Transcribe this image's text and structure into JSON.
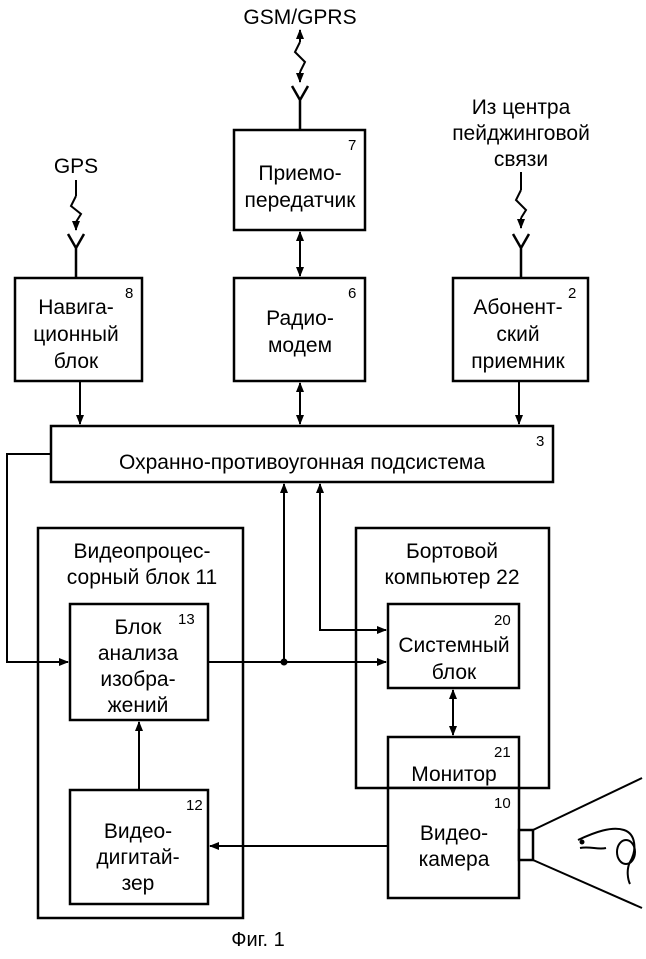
{
  "signals": {
    "gsm": "GSM/GPRS",
    "gps": "GPS",
    "paging_lines": [
      "Из центра",
      "пейджинговой",
      "связи"
    ]
  },
  "blocks": {
    "transceiver": {
      "lines": [
        "Приемо-",
        "передатчик"
      ],
      "number": "7"
    },
    "navigation": {
      "lines": [
        "Навига-",
        "ционный",
        "блок"
      ],
      "number": "8"
    },
    "radiomodem": {
      "lines": [
        "Радио-",
        "модем"
      ],
      "number": "6"
    },
    "subscriber": {
      "lines": [
        "Абонент-",
        "ский",
        "приемник"
      ],
      "number": "2"
    },
    "security": {
      "lines": [
        "Охранно-противоугонная подсистема"
      ],
      "number": "3"
    },
    "videoprocessor": {
      "lines": [
        "Видеопроцес-",
        "сорный блок 11"
      ]
    },
    "onboard": {
      "lines": [
        "Бортовой",
        "компьютер 22"
      ]
    },
    "analysis": {
      "lines": [
        "Блок",
        "анализа",
        "изобра-",
        "жений"
      ],
      "number": "13"
    },
    "system": {
      "lines": [
        "Системный",
        "блок"
      ],
      "number": "20"
    },
    "monitor": {
      "lines": [
        "Монитор"
      ],
      "number": "21"
    },
    "digitizer": {
      "lines": [
        "Видео-",
        "дигитай-",
        "зер"
      ],
      "number": "12"
    },
    "camera": {
      "lines": [
        "Видео-",
        "камера"
      ],
      "number": "10"
    }
  },
  "caption": "Фиг. 1"
}
